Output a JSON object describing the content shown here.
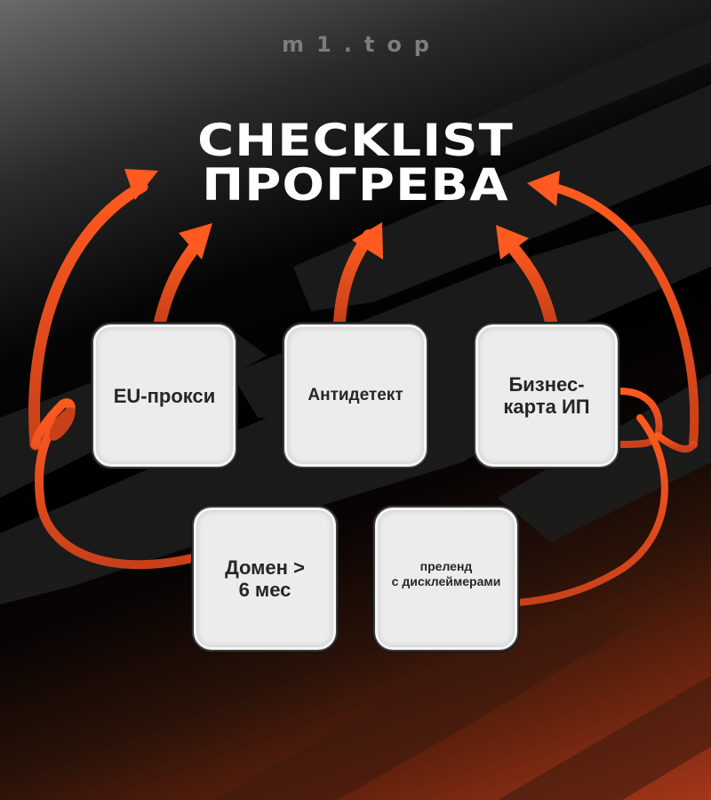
{
  "brand": {
    "text": "m1.top"
  },
  "title": {
    "line1": "CHECKLIST",
    "line2": "ПРОГРЕВА"
  },
  "cards": [
    {
      "id": "eu-proxy",
      "label": "EU-прокси"
    },
    {
      "id": "antidetect",
      "label": "Антидетект"
    },
    {
      "id": "business-card",
      "label_line1": "Бизнес-",
      "label_line2": "карта ИП"
    },
    {
      "id": "domain-age",
      "label_line1": "Домен >",
      "label_line2": "6 мес"
    },
    {
      "id": "prelend",
      "label_line1": "преленд",
      "label_line2": "с дисклеймерами"
    }
  ],
  "colors": {
    "accent_orange": "#ff5a1f",
    "accent_orange_dark": "#c8401a",
    "card_fill": "#ececec",
    "card_text": "#262626",
    "title_text": "#ffffff",
    "brand_text": "#7d7d7d",
    "background_dark": "#000000",
    "background_bottom": "#a5361a"
  },
  "icons": {
    "arrow": "curved-arrow-icon",
    "loop": "loop-connector-icon"
  }
}
